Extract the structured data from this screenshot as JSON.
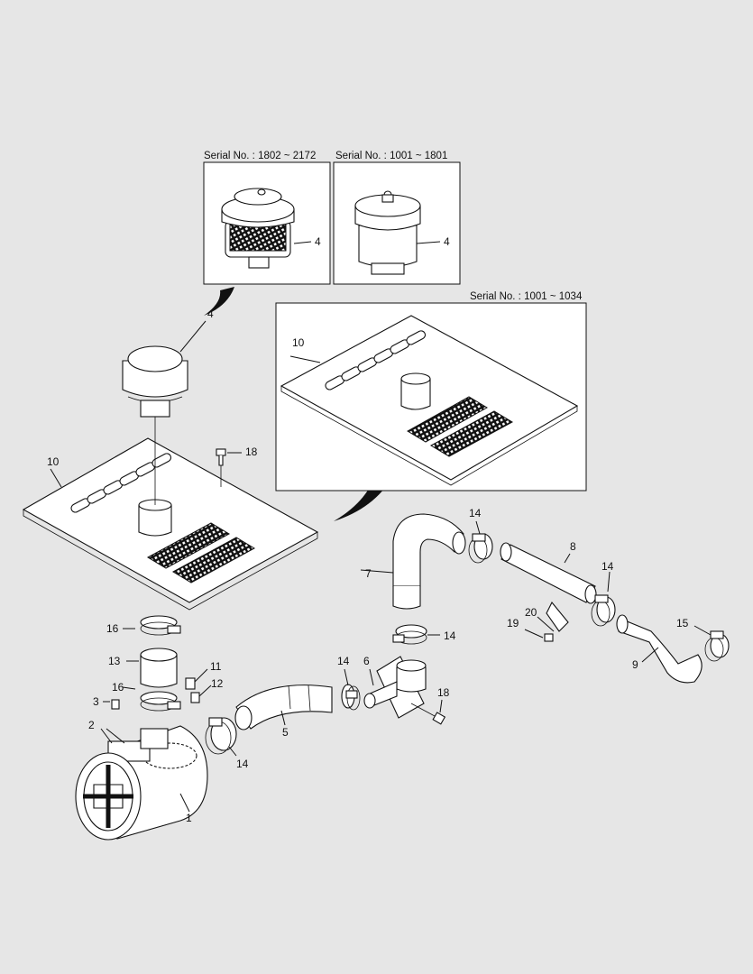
{
  "insets": {
    "left_caption": "Serial No. : 1802 ~ 2172",
    "right_caption": "Serial No. : 1001 ~ 1801",
    "panel_caption": "Serial No. : 1001 ~ 1034",
    "left_label": "4",
    "right_label": "4",
    "panel_label": "10"
  },
  "callouts": {
    "c1": "1",
    "c2": "2",
    "c3": "3",
    "c4": "4",
    "c5": "5",
    "c6": "6",
    "c7": "7",
    "c8": "8",
    "c9": "9",
    "c10": "10",
    "c11": "11",
    "c12": "12",
    "c13": "13",
    "c14a": "14",
    "c14b": "14",
    "c14c": "14",
    "c14d": "14",
    "c14e": "14",
    "c15": "15",
    "c16a": "16",
    "c16b": "16",
    "c18a": "18",
    "c18b": "18",
    "c19": "19",
    "c20": "20"
  }
}
